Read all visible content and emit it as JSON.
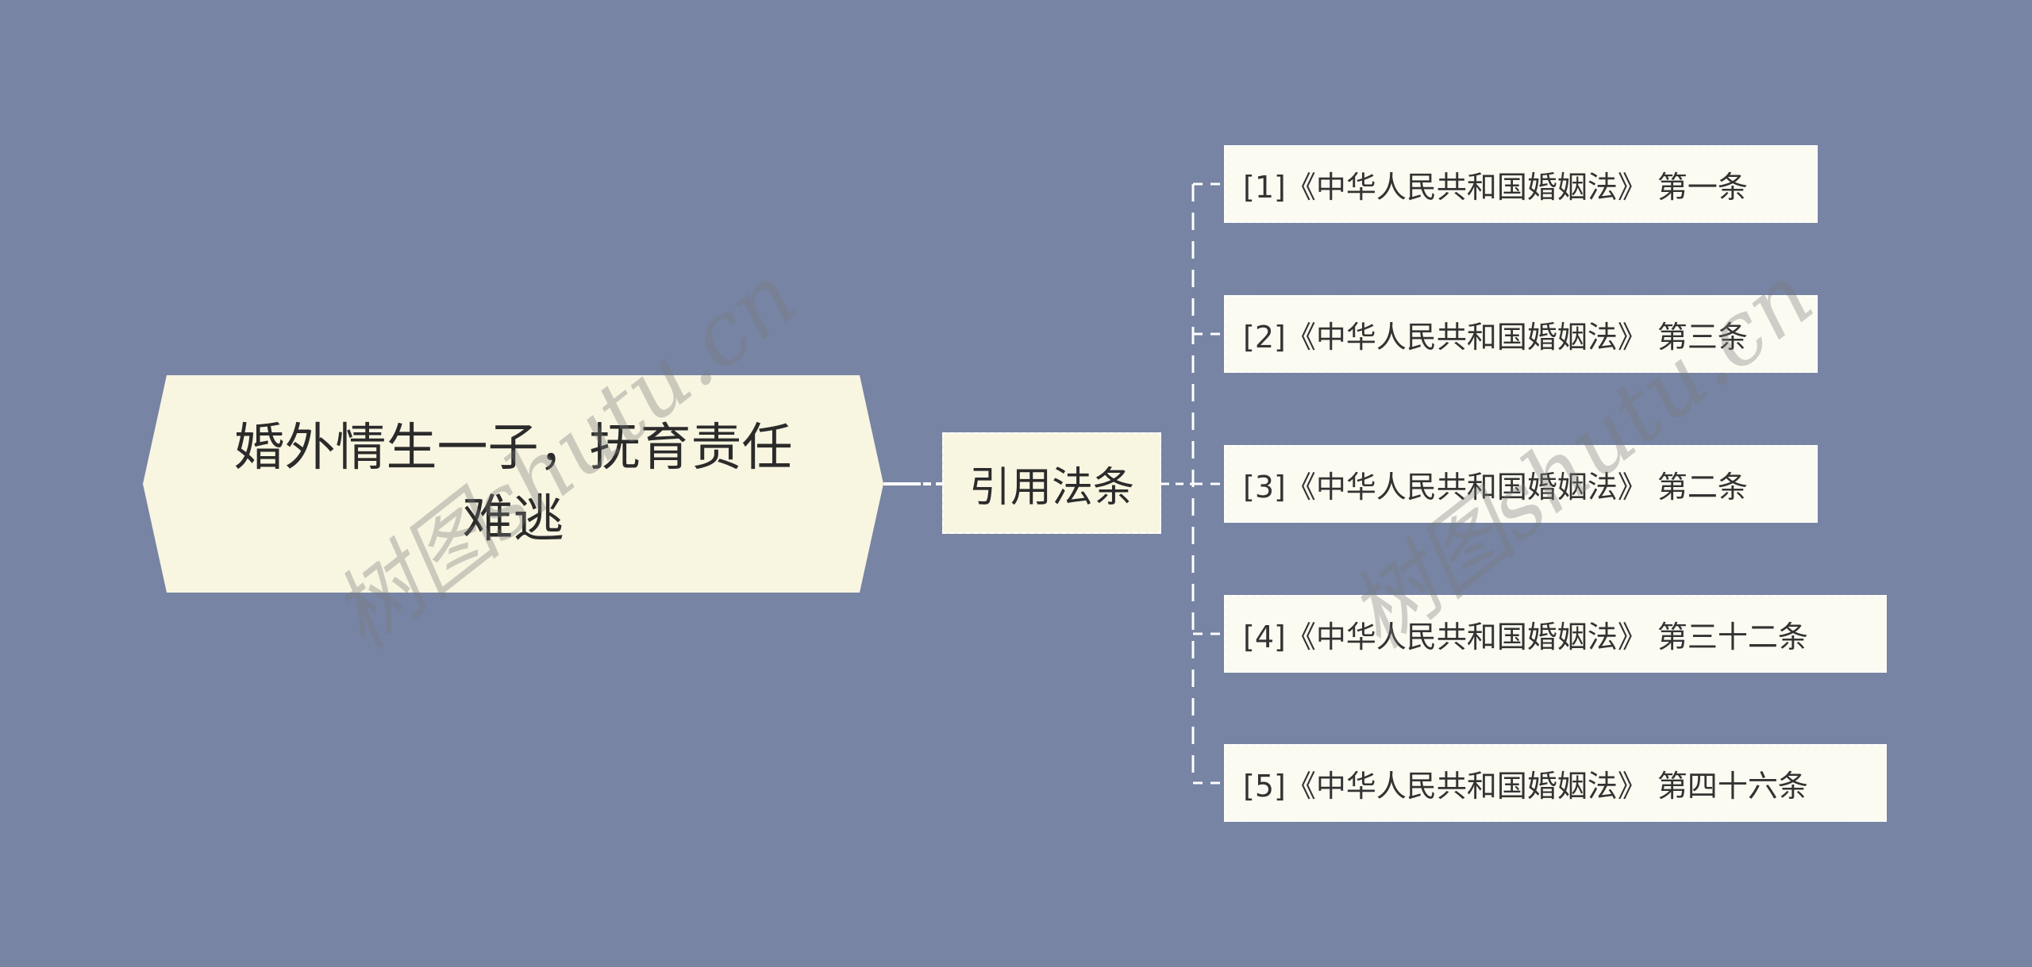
{
  "root": {
    "line1": "婚外情生一子，抚育责任",
    "line2": "难逃"
  },
  "branch": {
    "label": "引用法条"
  },
  "leaves": [
    {
      "label": "[1]《中华人民共和国婚姻法》 第一条"
    },
    {
      "label": "[2]《中华人民共和国婚姻法》 第三条"
    },
    {
      "label": "[3]《中华人民共和国婚姻法》 第二条"
    },
    {
      "label": "[4]《中华人民共和国婚姻法》 第三十二条"
    },
    {
      "label": "[5]《中华人民共和国婚姻法》 第四十六条"
    }
  ],
  "watermark": {
    "text": "树图shutu.cn"
  },
  "colors": {
    "background": "#7784a3",
    "root_fill": "#f8f5e1",
    "leaf_fill": "#fcfbf1",
    "connector": "#ffffff"
  }
}
